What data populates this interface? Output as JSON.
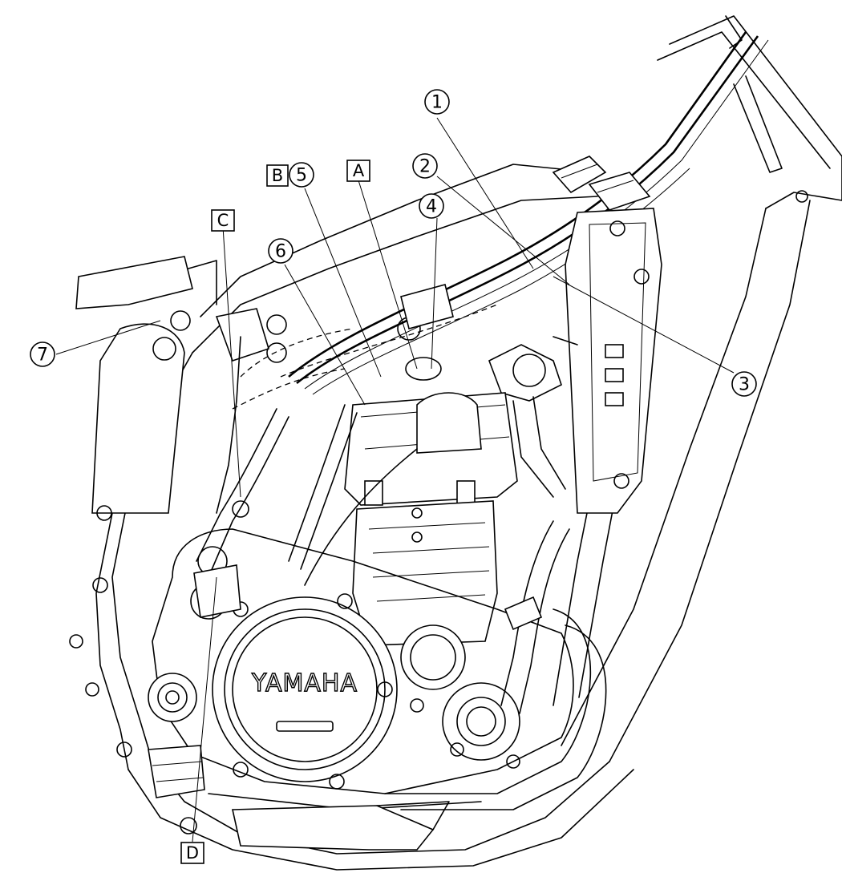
{
  "diagram": {
    "brand_text": "YAMAHA",
    "callouts": [
      "1",
      "2",
      "3",
      "4",
      "5",
      "6",
      "7"
    ],
    "box_labels": [
      "A",
      "B",
      "C",
      "D"
    ]
  }
}
